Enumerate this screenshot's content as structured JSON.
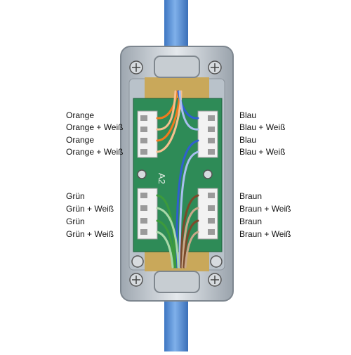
{
  "left_labels_top": [
    "Orange",
    "Orange + Weiß",
    "Orange",
    "Orange + Weiß"
  ],
  "right_labels_top": [
    "Blau",
    "Blau + Weiß",
    "Blau",
    "Blau + Weiß"
  ],
  "left_labels_bottom": [
    "Grün",
    "Grün + Weiß",
    "Grün",
    "Grün + Weiß"
  ],
  "right_labels_bottom": [
    "Braun",
    "Braun + Weiß",
    "Braun",
    "Braun + Weiß"
  ],
  "board_marking": "A2",
  "colors": {
    "cable": "#4f8bd6",
    "pcb": "#2e8b57",
    "housing": "#cfd6dc",
    "wire_orange": "#f07a1e",
    "wire_blue": "#2f5fd0",
    "wire_green": "#3c9a3c",
    "wire_brown": "#7a4a2a"
  }
}
